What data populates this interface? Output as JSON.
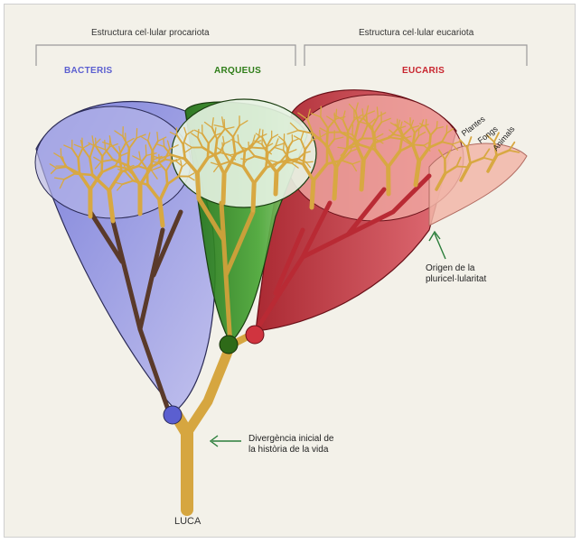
{
  "headers": {
    "prokaryote": "Estructura cel·lular procariota",
    "eukaryote": "Estructura cel·lular eucariota"
  },
  "groups": {
    "bacteria": {
      "label": "BACTERIS",
      "color": "#5b5fd0"
    },
    "archaea": {
      "label": "ARQUEUS",
      "color": "#2e7d18"
    },
    "eukarya": {
      "label": "EUCARIS",
      "color": "#c8242e"
    }
  },
  "kingdoms": [
    "Plantes",
    "Fongs",
    "Animals"
  ],
  "annotations": {
    "multicellular": [
      "Origen de la",
      "pluricel·lularitat"
    ],
    "divergence": [
      "Divergència inicial de",
      "la història de la vida"
    ]
  },
  "root": "LUCA",
  "colors": {
    "trunk": "#d6a640",
    "bacteria_fill": "#8e8fe0",
    "archaea_fill": "#3d9a2a",
    "eukarya_fill": "#c9343f",
    "multicell_fill": "#eab0a5"
  }
}
